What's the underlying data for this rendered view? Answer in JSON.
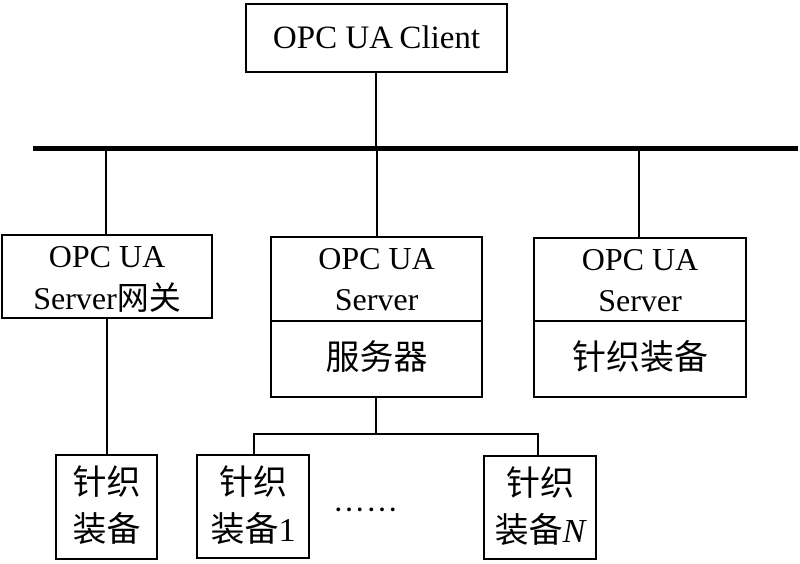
{
  "diagram": {
    "nodes": {
      "client": {
        "label": "OPC UA Client"
      },
      "gateway": {
        "line1": "OPC UA",
        "line2": "Server网关"
      },
      "server_center": {
        "line1": "OPC UA",
        "line2": "Server",
        "section2": "服务器"
      },
      "server_right": {
        "line1": "OPC UA",
        "line2": "Server",
        "section2": "针织装备"
      },
      "device_gateway": {
        "line1": "针织",
        "line2": "装备"
      },
      "device_first": {
        "line1": "针织",
        "line2": "装备1"
      },
      "device_last": {
        "line1": "针织",
        "line2_prefix": "装备",
        "line2_suffix": "N"
      }
    },
    "ellipsis": "……"
  }
}
